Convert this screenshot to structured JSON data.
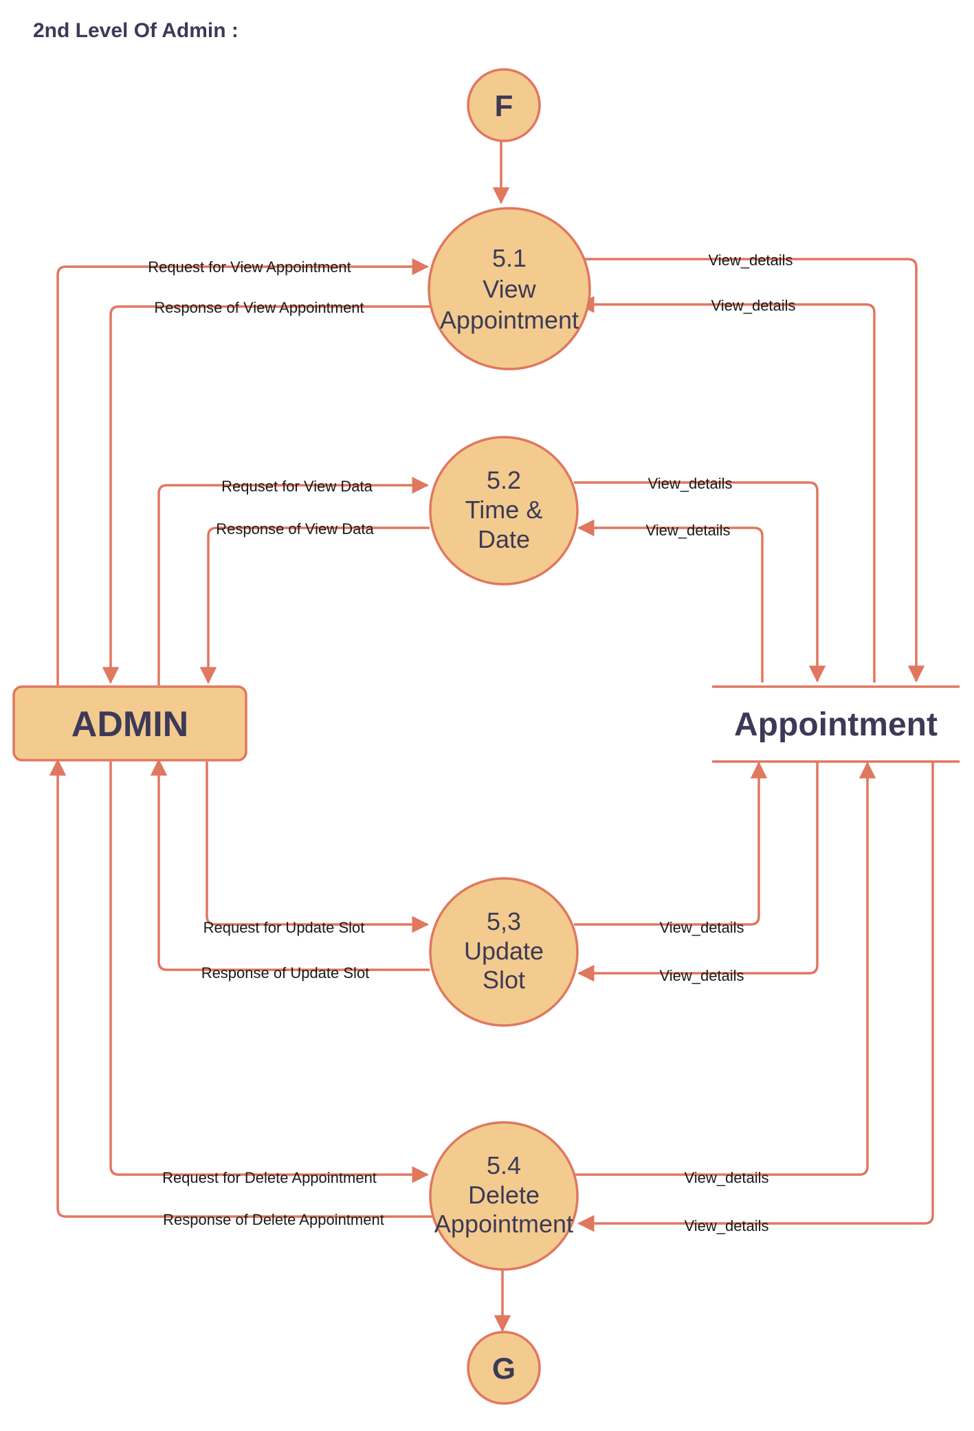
{
  "heading": "2nd Level Of Admin :",
  "connectors": {
    "top": "F",
    "bottom": "G"
  },
  "entity": {
    "label": "ADMIN"
  },
  "datastore": {
    "label": "Appointment"
  },
  "processes": [
    {
      "lines": [
        "5.1",
        "View",
        "Appointment"
      ]
    },
    {
      "lines": [
        "5.2",
        "Time &",
        "Date"
      ]
    },
    {
      "lines": [
        "5,3",
        "Update",
        "Slot"
      ]
    },
    {
      "lines": [
        "5.4",
        "Delete",
        "Appointment"
      ]
    }
  ],
  "flows": {
    "req_view_appointment": "Request for View Appointment",
    "resp_view_appointment": "Response of View Appointment",
    "req_view_data": "Requset for View Data",
    "resp_view_data": "Response of View Data",
    "req_update_slot": "Request for Update Slot",
    "resp_update_slot": "Response of Update Slot",
    "req_delete_appointment": "Request for Delete Appointment",
    "resp_delete_appointment": "Response of Delete Appointment",
    "view_details": "View_details"
  },
  "colors": {
    "stroke": "#e0775f",
    "fill": "#f3cb8f",
    "text": "#3c3a57"
  }
}
